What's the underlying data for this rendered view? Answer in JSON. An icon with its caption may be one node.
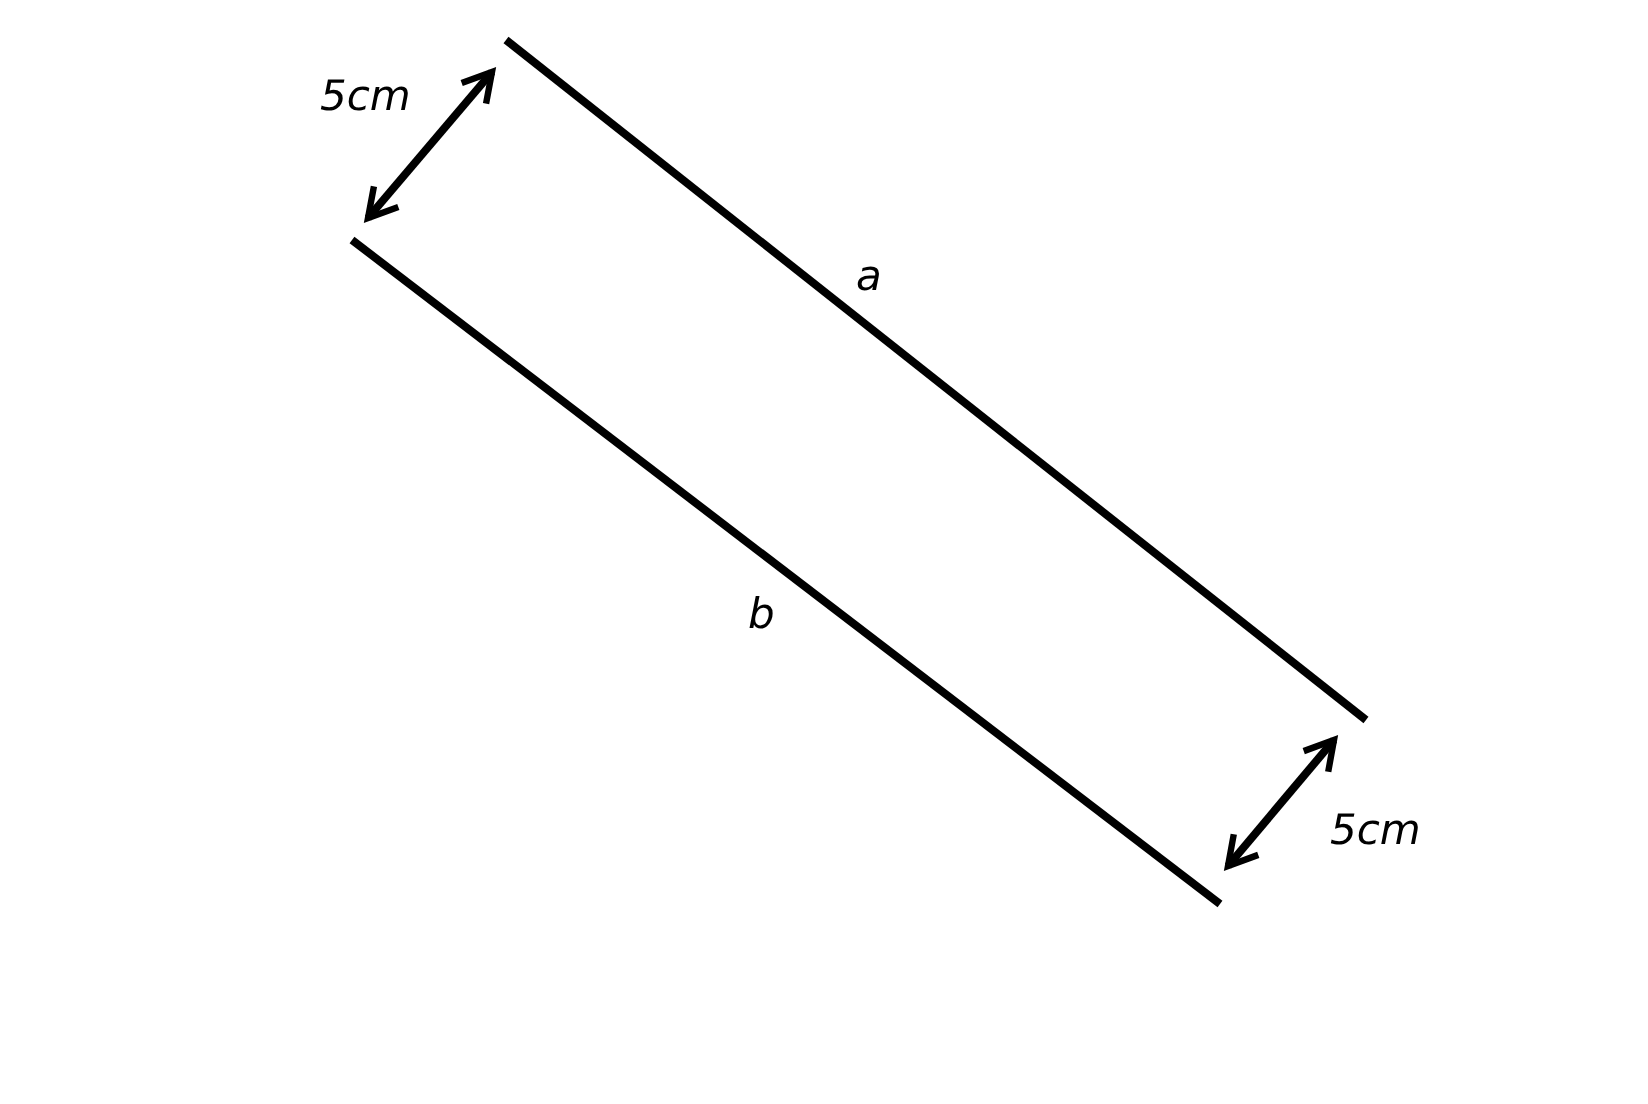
{
  "diagram": {
    "labels": [
      "5cm",
      "a",
      "b",
      "5cm"
    ]
  }
}
